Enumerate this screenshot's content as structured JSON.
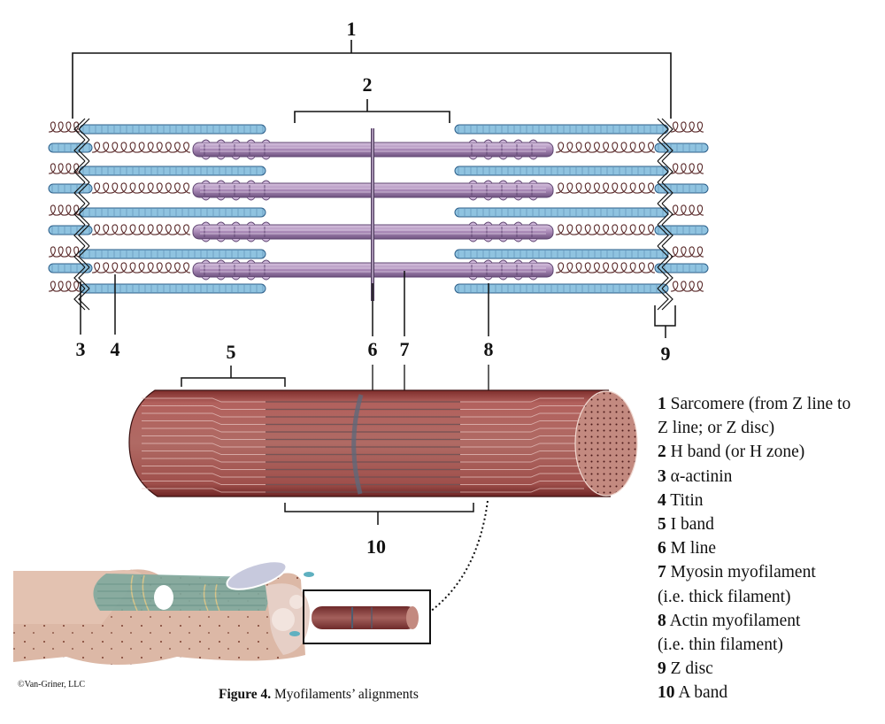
{
  "figure": {
    "caption_label": "Figure 4.",
    "caption_text": "Myofilaments’ alignments",
    "copyright": "©Van-Griner, LLC"
  },
  "callouts": {
    "n1": "1",
    "n2": "2",
    "n3": "3",
    "n4": "4",
    "n5": "5",
    "n6": "6",
    "n7": "7",
    "n8": "8",
    "n9": "9",
    "n10": "10"
  },
  "legend": [
    {
      "num": "1",
      "text": "Sarcomere (from Z line to"
    },
    {
      "num": "",
      "text": "Z line; or Z disc)"
    },
    {
      "num": "2",
      "text": "H band (or H zone)"
    },
    {
      "num": "3",
      "text": "α-actinin"
    },
    {
      "num": "4",
      "text": "Titin"
    },
    {
      "num": "5",
      "text": "I band"
    },
    {
      "num": "6",
      "text": "M line"
    },
    {
      "num": "7",
      "text": "Myosin myofilament"
    },
    {
      "num": "",
      "text": "(i.e. thick filament)"
    },
    {
      "num": "8",
      "text": "Actin myofilament"
    },
    {
      "num": "",
      "text": "(i.e. thin filament)"
    },
    {
      "num": "9",
      "text": "Z disc"
    },
    {
      "num": "10",
      "text": "A band"
    }
  ],
  "colors": {
    "actin": "#8fc3e0",
    "actin_dark": "#2d5f8a",
    "myosin": "#b99ac4",
    "myosin_dark": "#5e4470",
    "titin": "#5a2a2a",
    "myofibril": "#a5504f",
    "myofibril_dark": "#7a2a2a",
    "fiber_skin": "#d9b3a0"
  }
}
